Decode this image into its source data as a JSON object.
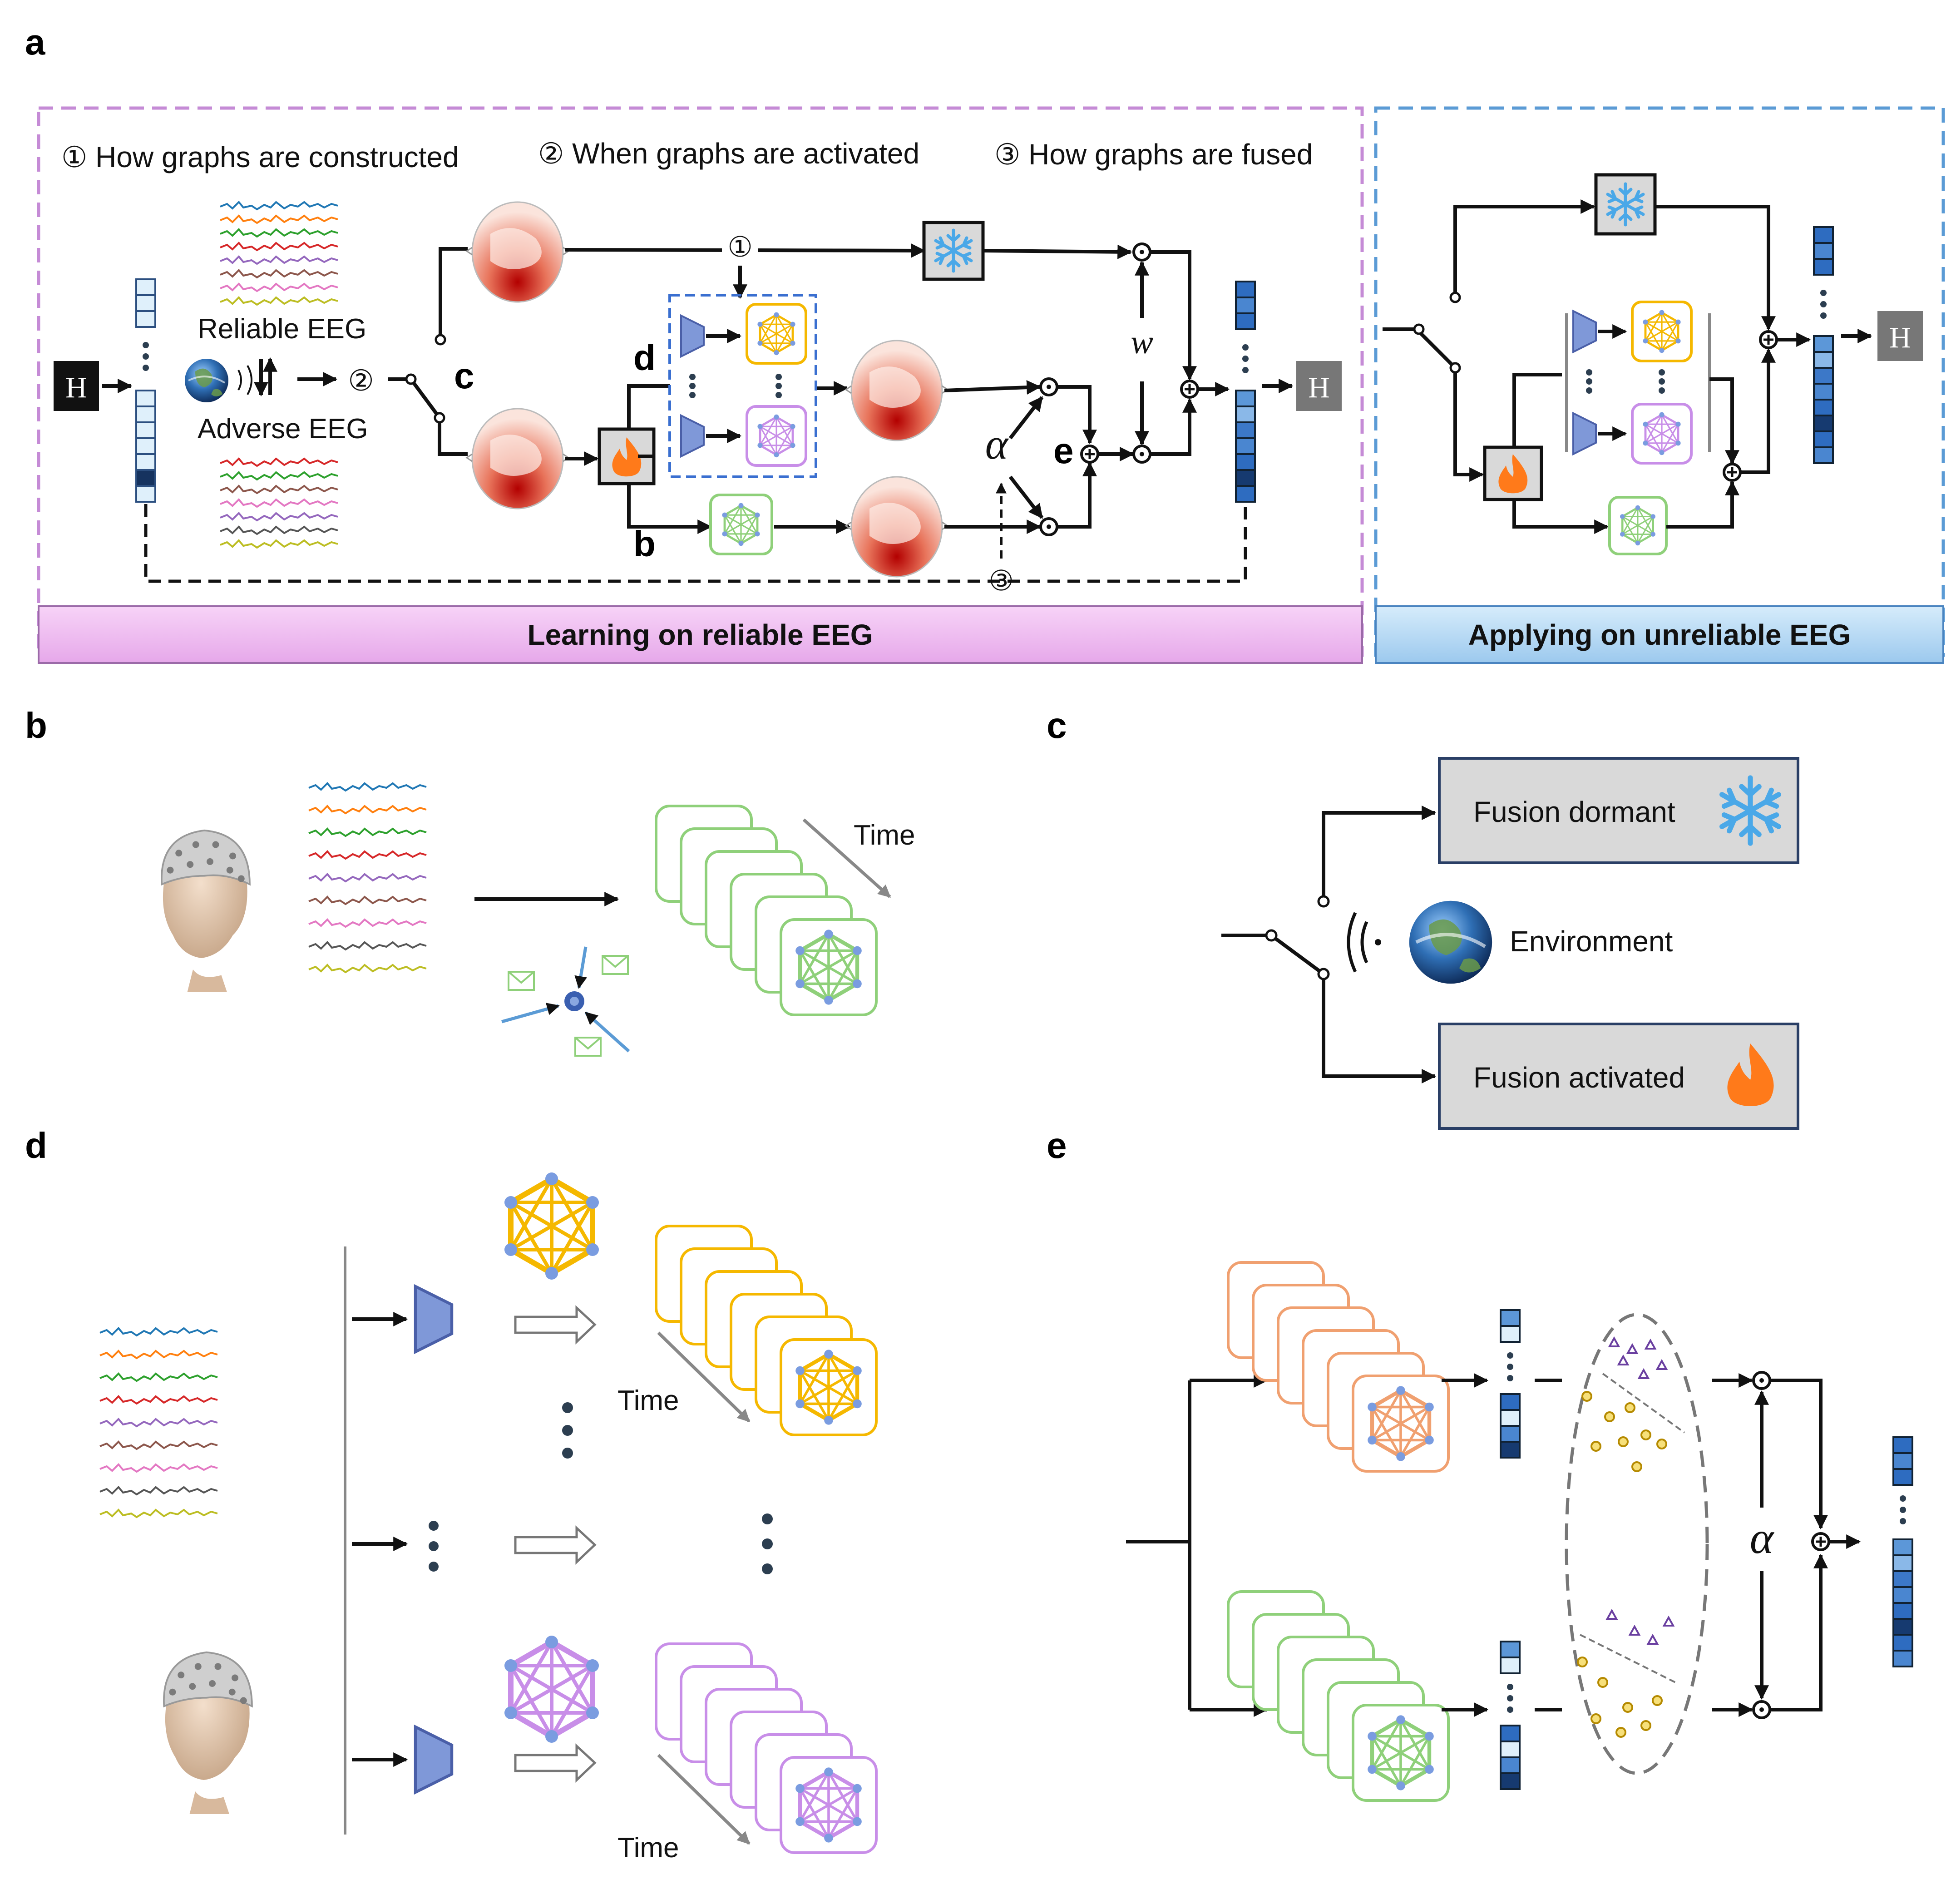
{
  "panels": {
    "a": {
      "label": "a",
      "step1": "① How graphs are constructed",
      "step2": "② When graphs are activated",
      "step3": "③ How graphs are fused",
      "reliable": "Reliable EEG",
      "adverse": "Adverse EEG",
      "h_in": "H",
      "h_out": "H",
      "h_right": "H",
      "circ1": "①",
      "circ2": "②",
      "circ3": "③",
      "w": "w",
      "alpha": "α",
      "sub_b": "b",
      "sub_c": "c",
      "sub_d": "d",
      "sub_e": "e",
      "left_bar": "Learning on reliable EEG",
      "right_bar": "Applying on unreliable EEG"
    },
    "b": {
      "label": "b",
      "time": "Time"
    },
    "c": {
      "label": "c",
      "dormant": "Fusion dormant",
      "activated": "Fusion activated",
      "environment": "Environment"
    },
    "d": {
      "label": "d",
      "time_top": "Time",
      "time_bottom": "Time"
    },
    "e": {
      "label": "e",
      "alpha": "α"
    }
  },
  "colors": {
    "left_border": "#c58bd6",
    "right_border": "#5b9bd5",
    "left_bar": "#f3c6f5",
    "right_bar": "#bfe0f7",
    "graph_green": "#8fd07a",
    "graph_yellow": "#f5b800",
    "graph_violet": "#c88ee8",
    "graph_orange": "#f0a070",
    "node_blue": "#7a9ce0",
    "encoder": "#7f98d8",
    "fire": "#ff7a1a",
    "snow": "#4aa8e8"
  },
  "icons": [
    "snowflake-icon",
    "fire-icon",
    "earth-icon",
    "head-icon",
    "brain-map-icon",
    "graph-icon",
    "encoder-icon",
    "envelope-icon"
  ]
}
